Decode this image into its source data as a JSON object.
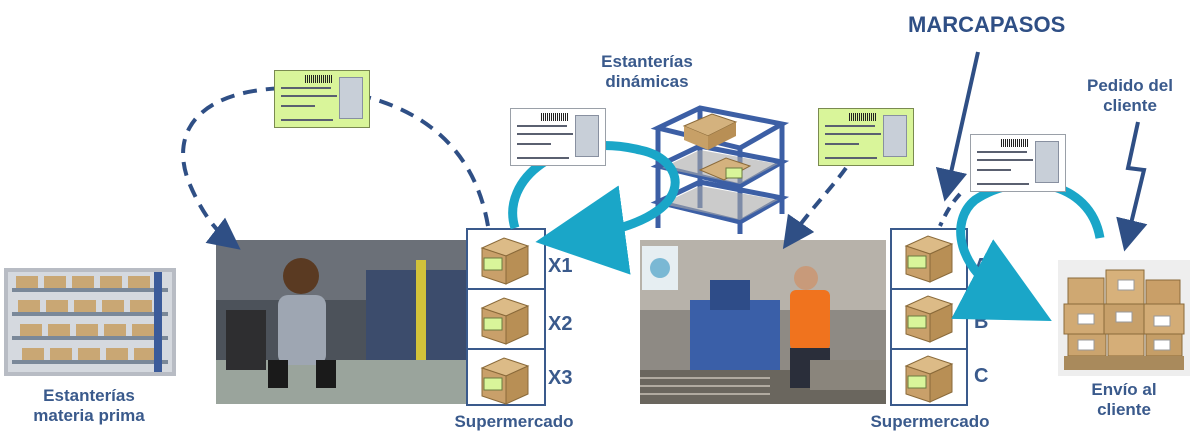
{
  "labels": {
    "raw_material_racks": [
      "Estanterías",
      "materia prima"
    ],
    "flow_racks": [
      "Estanterías",
      "dinámicas"
    ],
    "pacemaker": "MARCAPASOS",
    "customer_order": [
      "Pedido del",
      "cliente"
    ],
    "supermarket_1": "Supermercado",
    "supermarket_2": "Supermercado",
    "shipping": [
      "Envío al",
      "cliente"
    ]
  },
  "supermarket_1_slots": [
    "X1",
    "X2",
    "X3"
  ],
  "supermarket_2_slots": [
    "A",
    "B",
    "C"
  ],
  "icons": {
    "kanban_card": "kanban-card-icon",
    "box": "cardboard-box-icon",
    "lightning": "lightning-bolt-icon"
  },
  "colors": {
    "label_blue": "#3a5a8c",
    "dashed_arrow": "#2f4f85",
    "flow_arrow": "#1aa6c8",
    "kanban_green": "#d9f59a"
  }
}
